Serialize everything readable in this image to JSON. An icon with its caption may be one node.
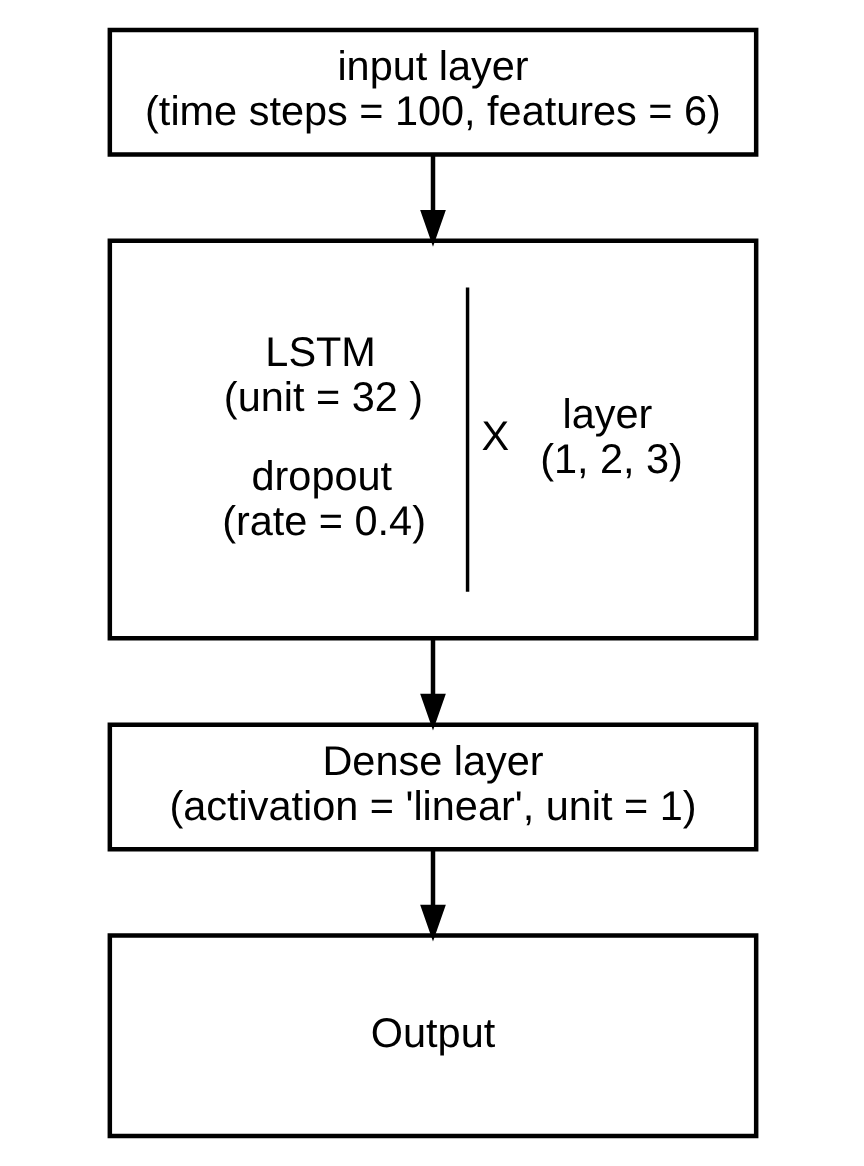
{
  "diagram": {
    "nodes": [
      {
        "text": [
          "input layer (time steps = 100, features = 6)"
        ]
      },
      {
        "text": [
          "LSTM (unit = 32 )",
          "dropout (rate = 0.4)",
          "X",
          "layer (1, 2, 3)"
        ]
      },
      {
        "text": [
          "Dense layer (activation = 'linear', unit = 1)"
        ]
      },
      {
        "text": [
          "Output"
        ]
      }
    ],
    "edges": [
      {
        "from": 0,
        "to": 1,
        "arrow": "to"
      },
      {
        "from": 1,
        "to": 2,
        "arrow": "to"
      },
      {
        "from": 2,
        "to": 3,
        "arrow": "to"
      }
    ]
  }
}
